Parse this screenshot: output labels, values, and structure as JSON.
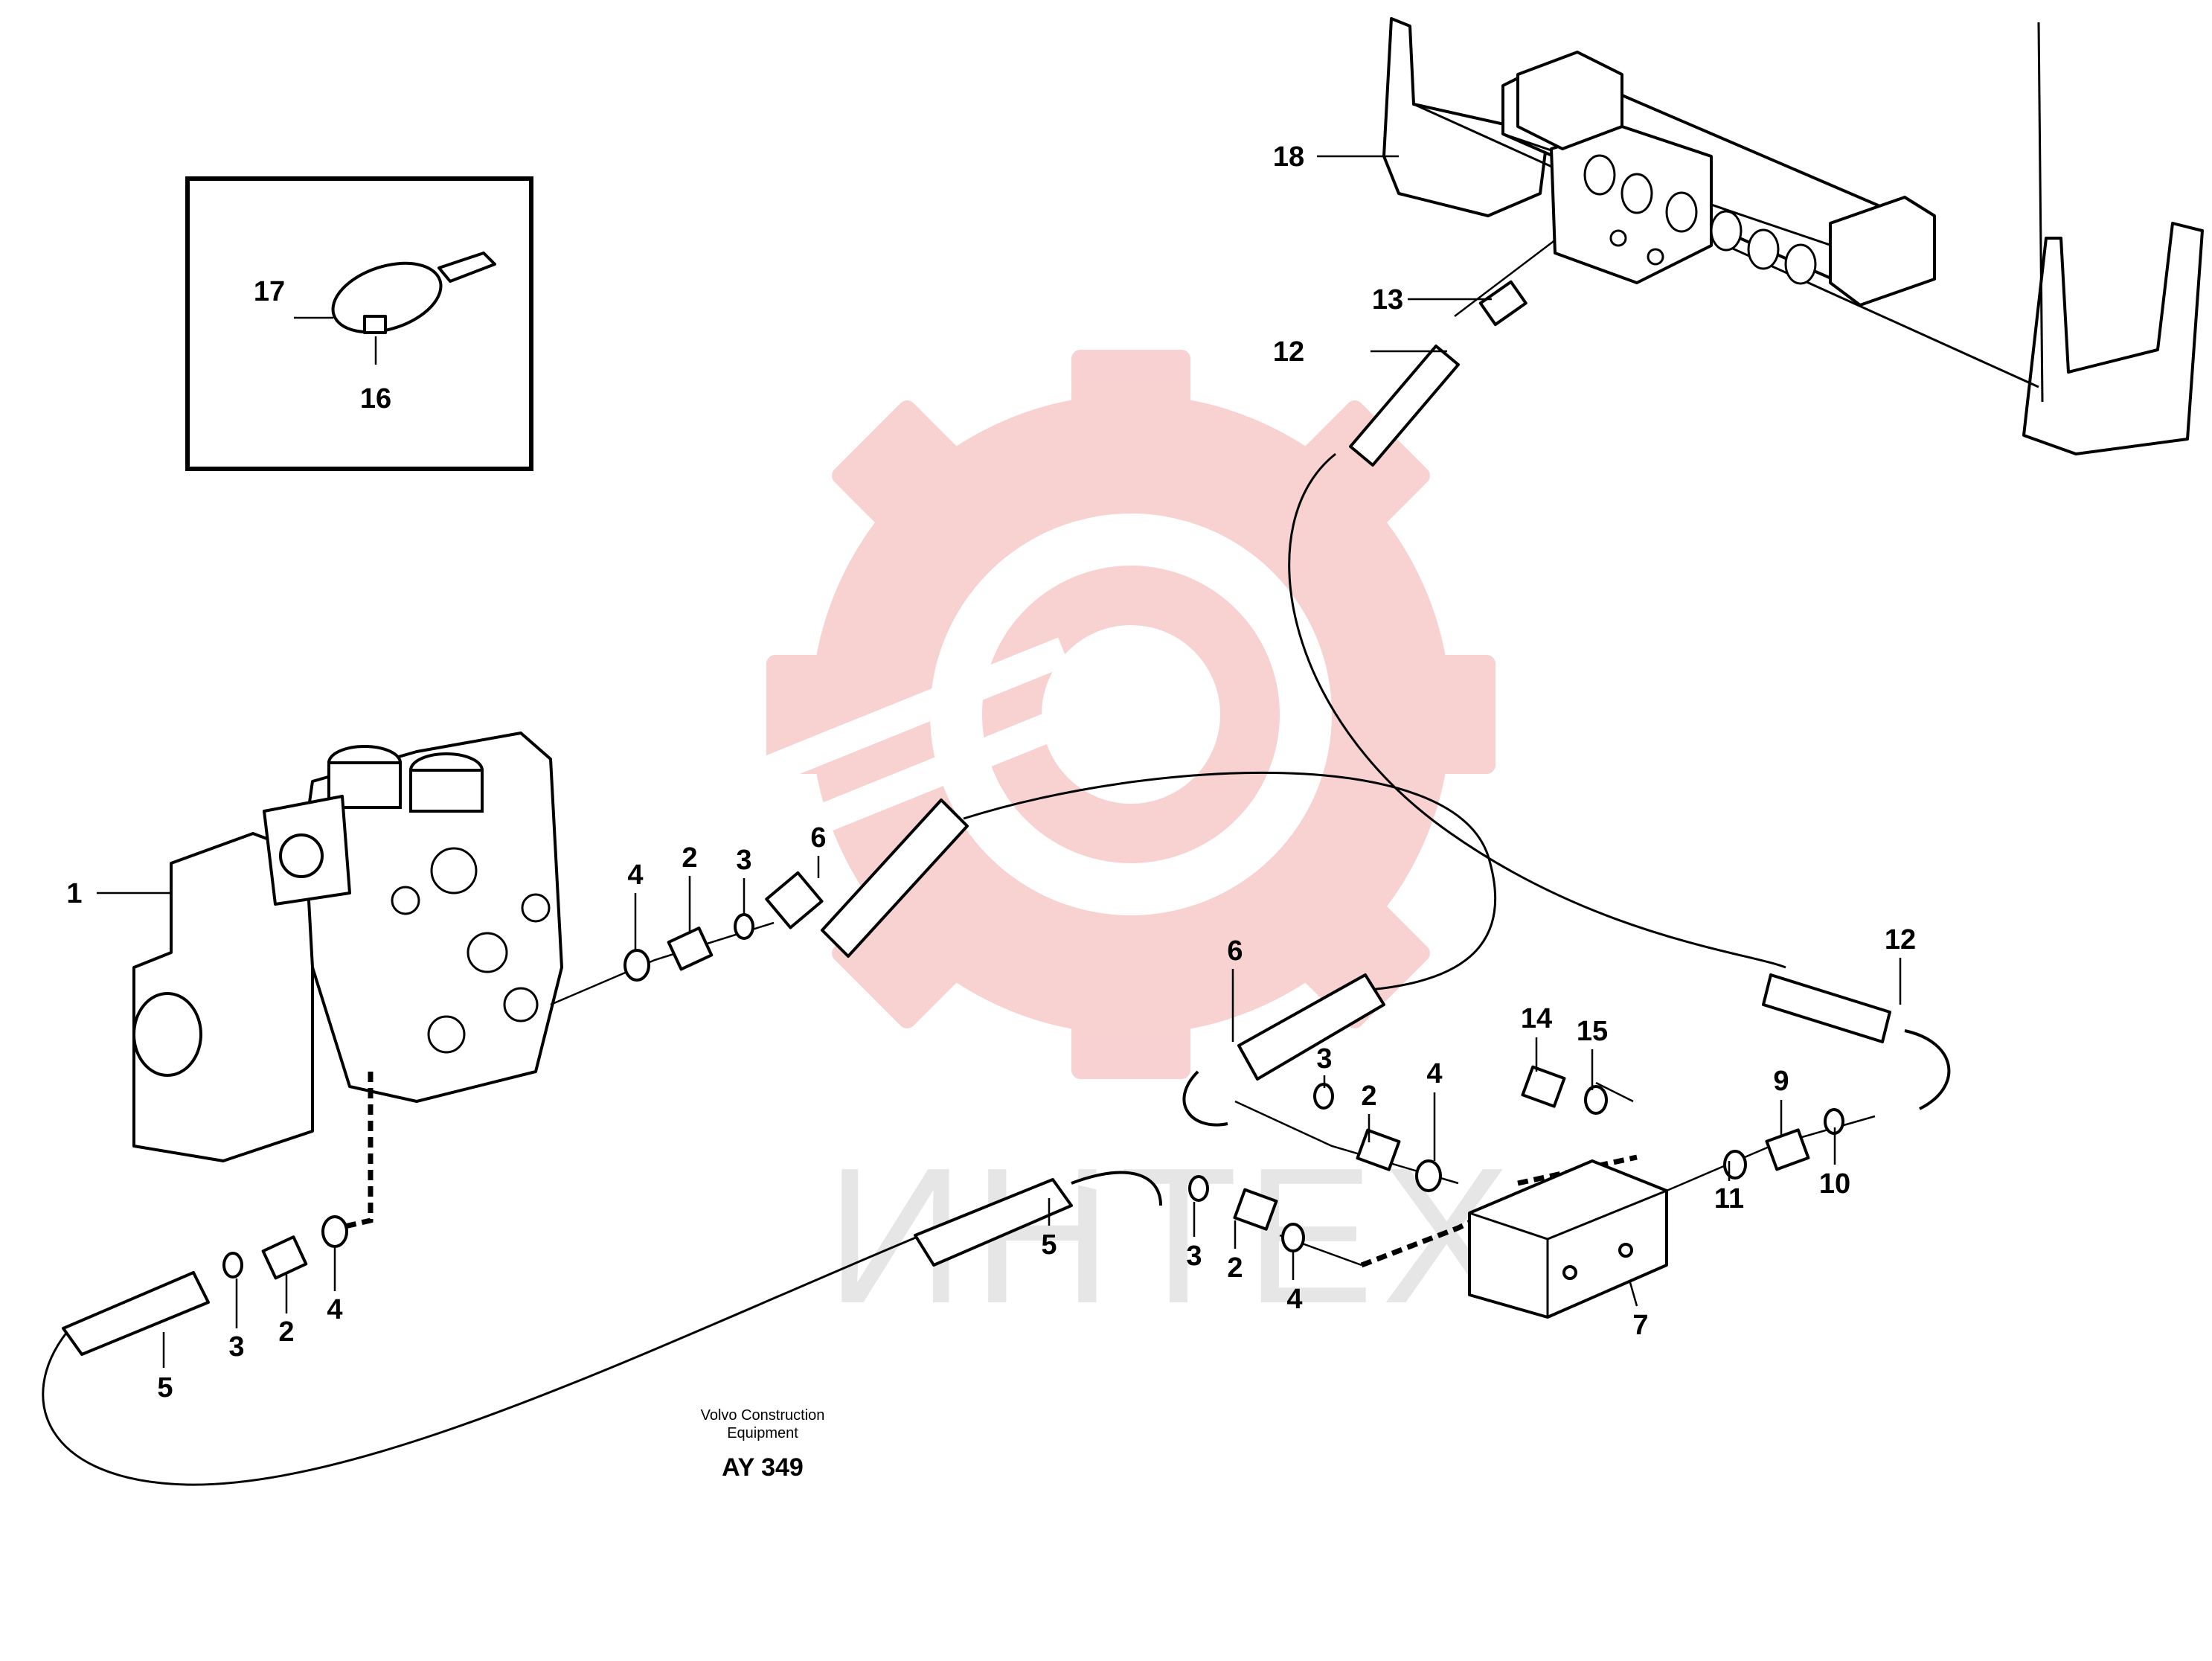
{
  "callouts": [
    {
      "id": "c1",
      "text": "1"
    },
    {
      "id": "c2a",
      "text": "2"
    },
    {
      "id": "c3a",
      "text": "3"
    },
    {
      "id": "c4a",
      "text": "4"
    },
    {
      "id": "c6a",
      "text": "6"
    },
    {
      "id": "c5a",
      "text": "5"
    },
    {
      "id": "c3b",
      "text": "3"
    },
    {
      "id": "c2b",
      "text": "2"
    },
    {
      "id": "c4b",
      "text": "4"
    },
    {
      "id": "c5b",
      "text": "5"
    },
    {
      "id": "c3c",
      "text": "3"
    },
    {
      "id": "c2c",
      "text": "2"
    },
    {
      "id": "c4c",
      "text": "4"
    },
    {
      "id": "c6b",
      "text": "6"
    },
    {
      "id": "c3d",
      "text": "3"
    },
    {
      "id": "c2d",
      "text": "2"
    },
    {
      "id": "c4d",
      "text": "4"
    },
    {
      "id": "c7",
      "text": "7"
    },
    {
      "id": "c14",
      "text": "14"
    },
    {
      "id": "c15",
      "text": "15"
    },
    {
      "id": "c11",
      "text": "11"
    },
    {
      "id": "c9",
      "text": "9"
    },
    {
      "id": "c10",
      "text": "10"
    },
    {
      "id": "c12a",
      "text": "12"
    },
    {
      "id": "c12b",
      "text": "12"
    },
    {
      "id": "c13",
      "text": "13"
    },
    {
      "id": "c18",
      "text": "18"
    },
    {
      "id": "c17",
      "text": "17"
    },
    {
      "id": "c16",
      "text": "16"
    }
  ],
  "credit": {
    "line1": "Volvo Construction",
    "line2": "Equipment",
    "code": "AY 349"
  },
  "watermark": {
    "text": "ИНТЕХ",
    "gear_color": "#f7c8c8",
    "text_color": "#e6e6e6"
  }
}
